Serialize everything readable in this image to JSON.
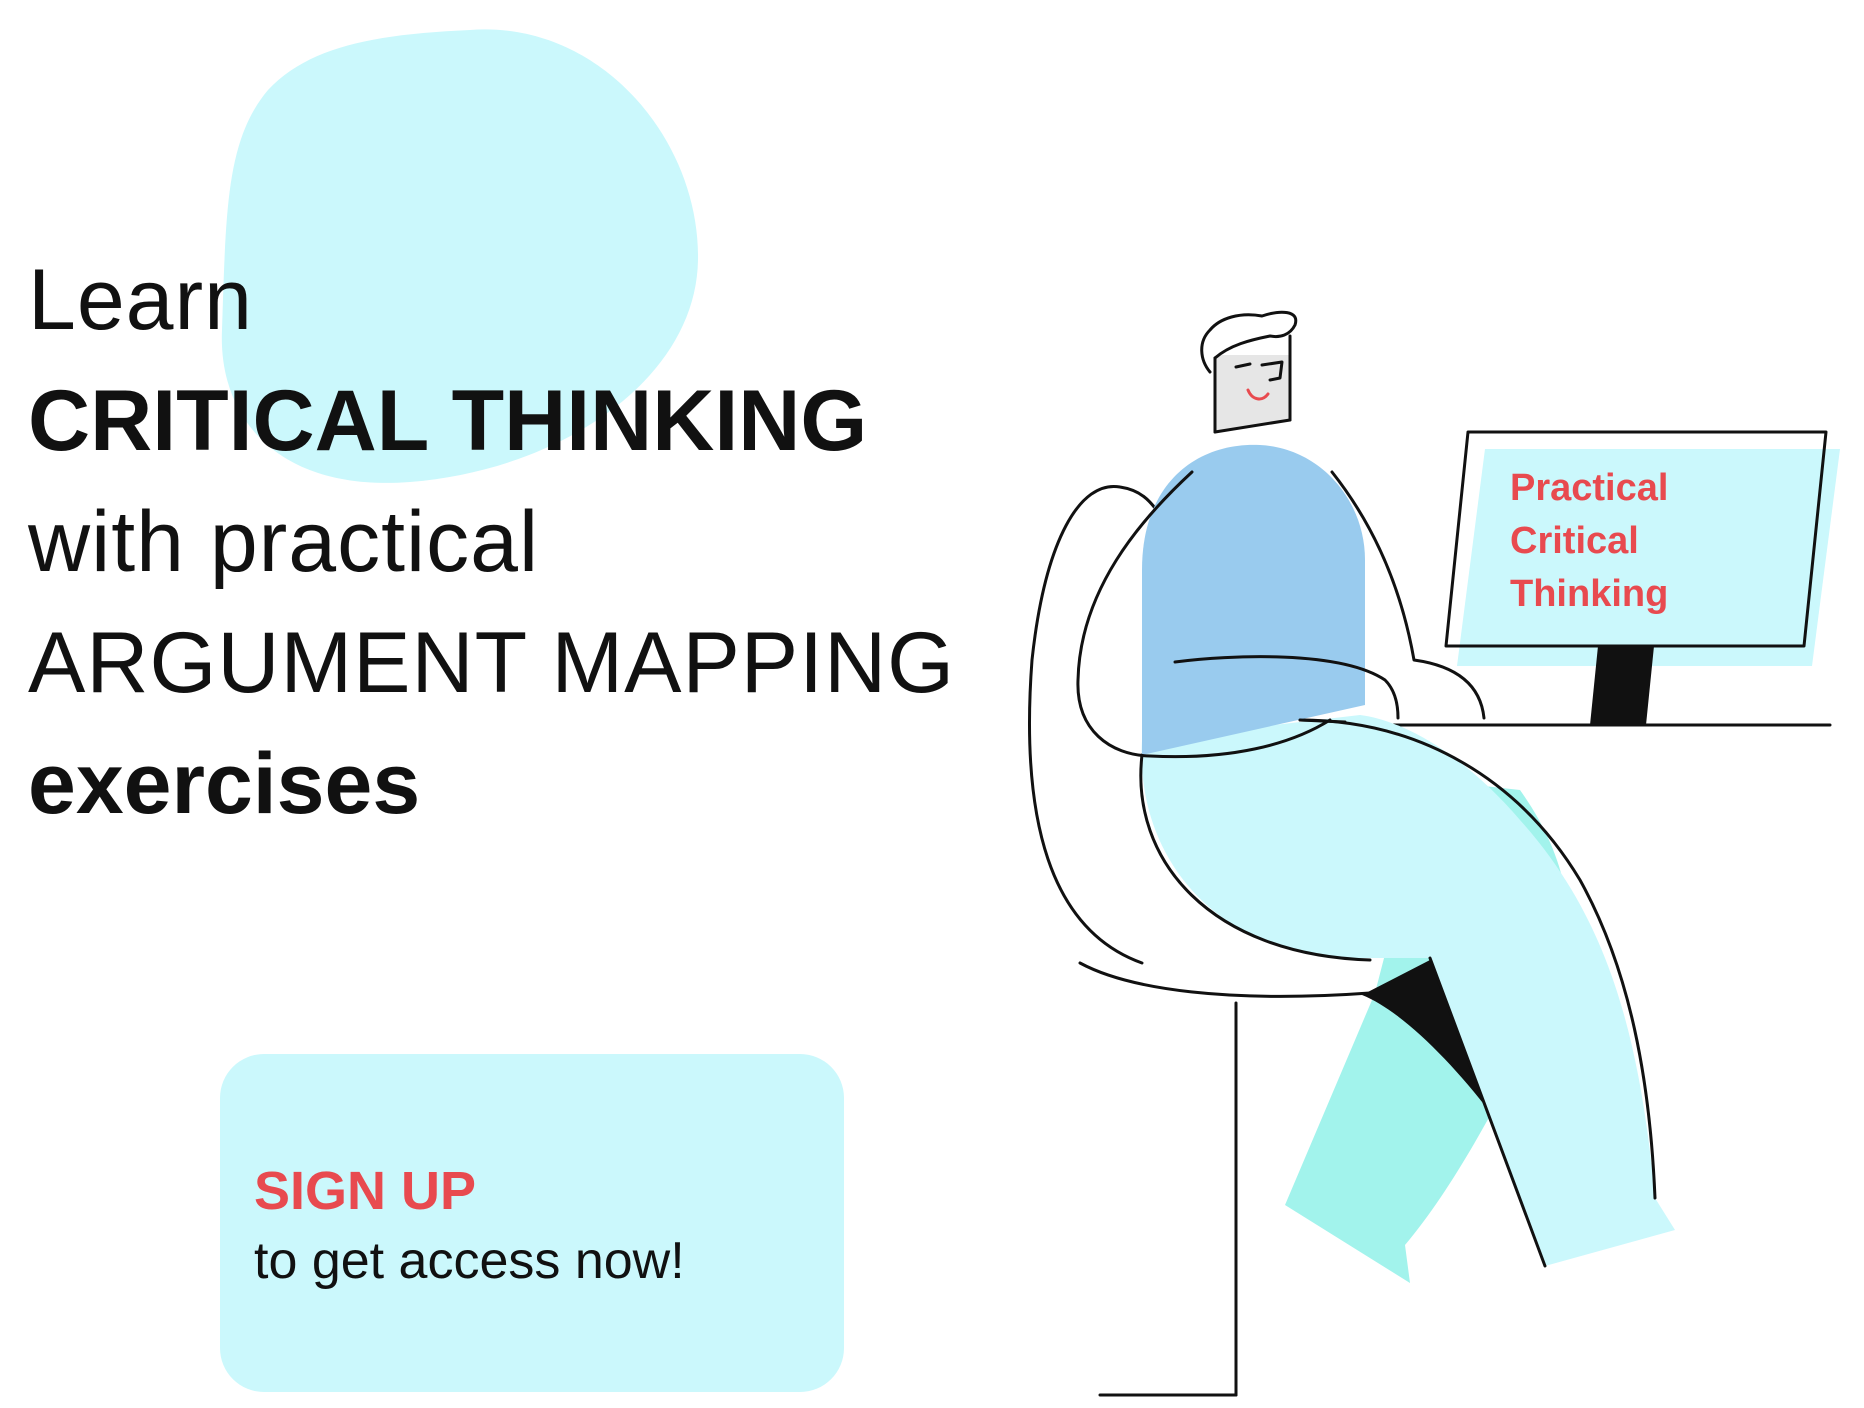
{
  "headline": {
    "line1": "Learn",
    "line2": "CRITICAL THINKING",
    "line3": "with practical",
    "line4": "ARGUMENT MAPPING",
    "line5": "exercises"
  },
  "cta": {
    "title": "SIGN UP",
    "subtitle": "to get access now!"
  },
  "monitor": {
    "line1": "Practical",
    "line2": "Critical",
    "line3": "Thinking"
  },
  "colors": {
    "accent_red": "#e84a4f",
    "light_cyan": "#cbf8fc",
    "mint": "#a2f3ec",
    "shirt_blue": "#99cbee",
    "text": "#111111"
  }
}
